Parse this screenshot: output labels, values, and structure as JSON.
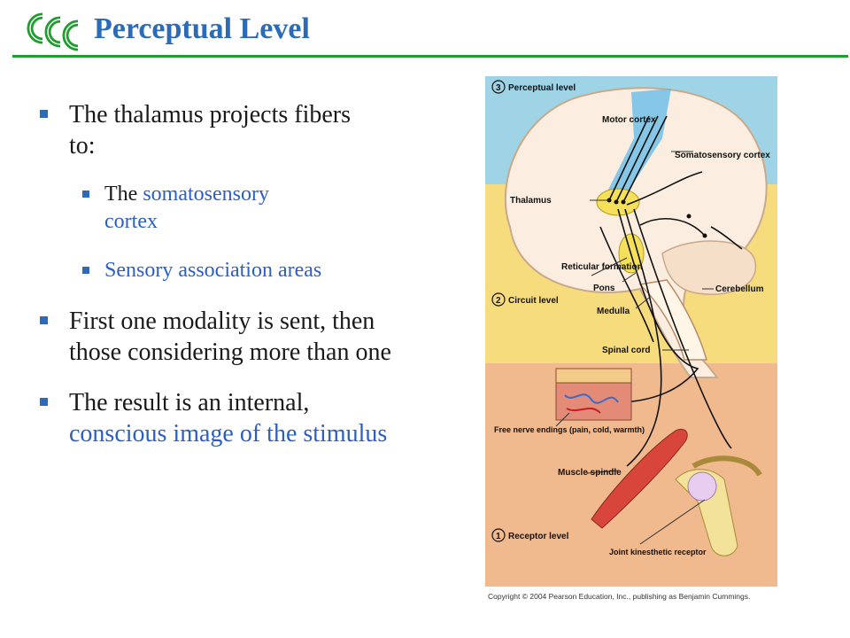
{
  "header": {
    "title": "Perceptual Level",
    "logo_text": "CCC"
  },
  "colors": {
    "title": "#2b6bb8",
    "rule": "#1f9d2e",
    "bullet": "#2b6bb8",
    "highlight": "#2b5fc4",
    "logo": "#1f9d2e"
  },
  "bullets": [
    {
      "text": "The thalamus projects fibers to:"
    },
    {
      "sub": [
        {
          "prefix": "The ",
          "highlight": "somatosensory cortex"
        },
        {
          "prefix": "",
          "highlight": "Sensory association areas"
        }
      ]
    },
    {
      "text": "First one modality is sent, then those considering more than one"
    },
    {
      "prefix": "The result is an internal, ",
      "highlight": "conscious image of the stimulus"
    }
  ],
  "figure": {
    "levels": {
      "perceptual": "Perceptual level",
      "perceptual_num": "3",
      "circuit": "Circuit level",
      "circuit_num": "2",
      "receptor": "Receptor level",
      "receptor_num": "1"
    },
    "labels": {
      "motor_cortex": "Motor cortex",
      "somatosensory_cortex": "Somatosensory cortex",
      "thalamus": "Thalamus",
      "reticular_formation": "Reticular formation",
      "pons": "Pons",
      "cerebellum": "Cerebellum",
      "medulla": "Medulla",
      "spinal_cord": "Spinal cord",
      "free_nerve_endings": "Free nerve endings (pain, cold, warmth)",
      "muscle_spindle": "Muscle spindle",
      "joint_receptor": "Joint kinesthetic receptor"
    },
    "zone_colors": [
      "#9fd4e6",
      "#f7dc7e",
      "#f0b98e"
    ],
    "copyright": "Copyright © 2004 Pearson Education, Inc., publishing as Benjamin Cummings."
  }
}
